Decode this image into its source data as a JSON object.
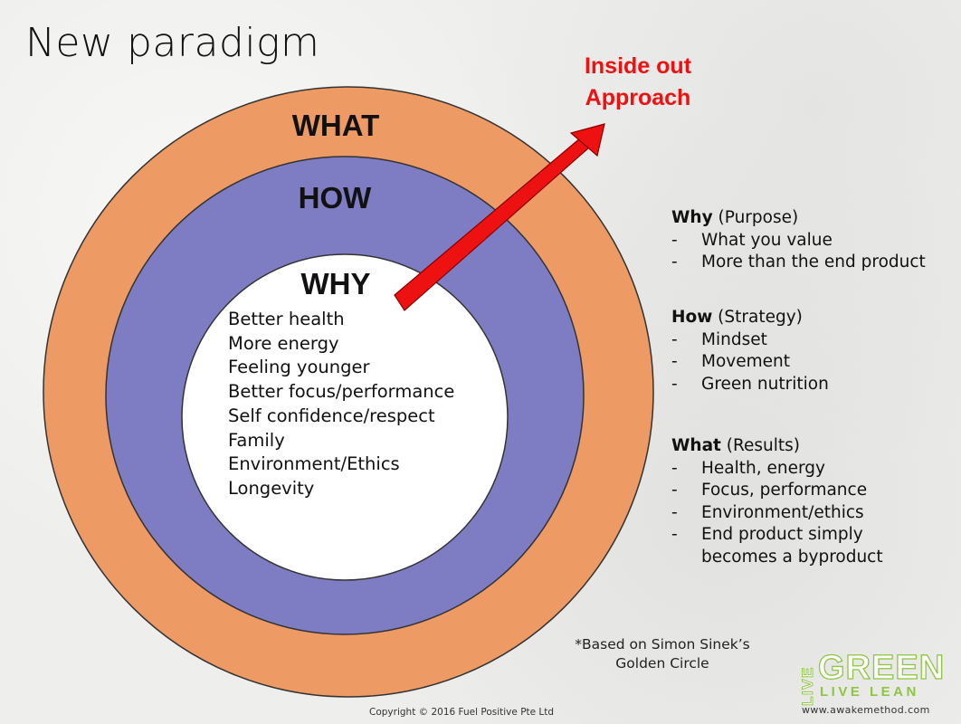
{
  "title": "New paradigm",
  "rings": {
    "outer_label": "WHAT",
    "middle_label": "HOW",
    "inner_label": "WHY"
  },
  "colors": {
    "outer_ring": "#ee9a64",
    "middle_ring": "#7e7cc2",
    "inner_circle": "#ffffff",
    "arrow": "#ee1111",
    "arrow_text": "#ee1111",
    "logo_green": "#8dc63f"
  },
  "arrow": {
    "line1": "Inside out",
    "line2": "Approach"
  },
  "why_items": [
    "Better health",
    "More energy",
    "Feeling younger",
    "Better focus/performance",
    "Self confidence/respect",
    "Family",
    "Environment/Ethics",
    "Longevity"
  ],
  "side_notes": {
    "why": {
      "heading": "Why",
      "sub": " (Purpose)",
      "items": [
        "What you value",
        "More than the end product"
      ]
    },
    "how": {
      "heading": "How",
      "sub": " (Strategy)",
      "items": [
        "Mindset",
        "Movement",
        "Green nutrition"
      ]
    },
    "what": {
      "heading": "What",
      "sub": " (Results)",
      "items": [
        "Health, energy",
        "Focus, performance",
        "Environment/ethics",
        "End product simply"
      ],
      "continuation": "becomes a byproduct"
    }
  },
  "footnote": {
    "line1": "*Based on Simon Sinek’s",
    "line2": "Golden Circle"
  },
  "copyright": "Copyright © 2016 Fuel Positive Pte Ltd",
  "logo": {
    "live": "LIVE",
    "green": "GREEN",
    "lean": "LIVE LEAN",
    "url": "www.awakemethod.com"
  }
}
